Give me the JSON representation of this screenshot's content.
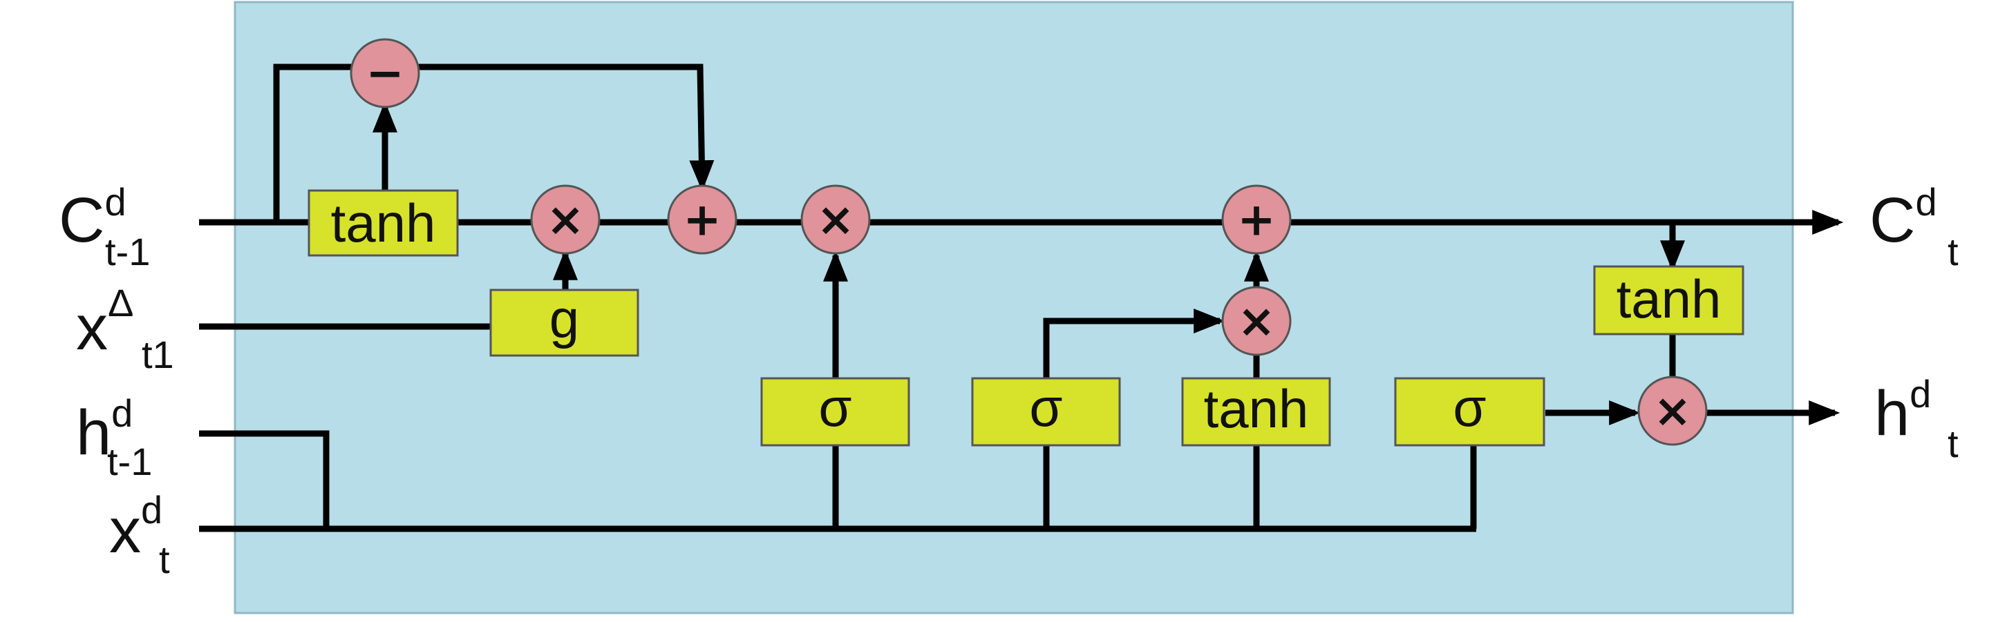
{
  "colors": {
    "background": "#ffffff",
    "cell_fill": "#b7dde8",
    "cell_border": "#8fb8c6",
    "gate_fill": "#d7e22b",
    "operator_fill": "#e0939a",
    "wire": "#000000"
  },
  "inputs": {
    "c_prev": {
      "main": "C",
      "sup": "d",
      "sub": "t-1"
    },
    "x_delta": {
      "main": "x",
      "sup": "Δ",
      "sub": "t1"
    },
    "h_prev": {
      "main": "h",
      "sup": "d",
      "sub": "t-1"
    },
    "x_t": {
      "main": "x",
      "sup": "d",
      "sub": "t"
    }
  },
  "outputs": {
    "c_t": {
      "main": "C",
      "sup": "d",
      "sub": "t"
    },
    "h_t": {
      "main": "h",
      "sup": "d",
      "sub": "t"
    }
  },
  "gates": {
    "tanh_decay": "tanh",
    "g_decay": "g",
    "sigma_forget": "σ",
    "sigma_input": "σ",
    "tanh_candidate": "tanh",
    "sigma_output": "σ",
    "tanh_output": "tanh"
  },
  "operators": {
    "subtract": "−",
    "multiply_decay": "×",
    "add_adjust": "+",
    "multiply_forget": "×",
    "add_update": "+",
    "multiply_input": "×",
    "multiply_output": "×"
  }
}
